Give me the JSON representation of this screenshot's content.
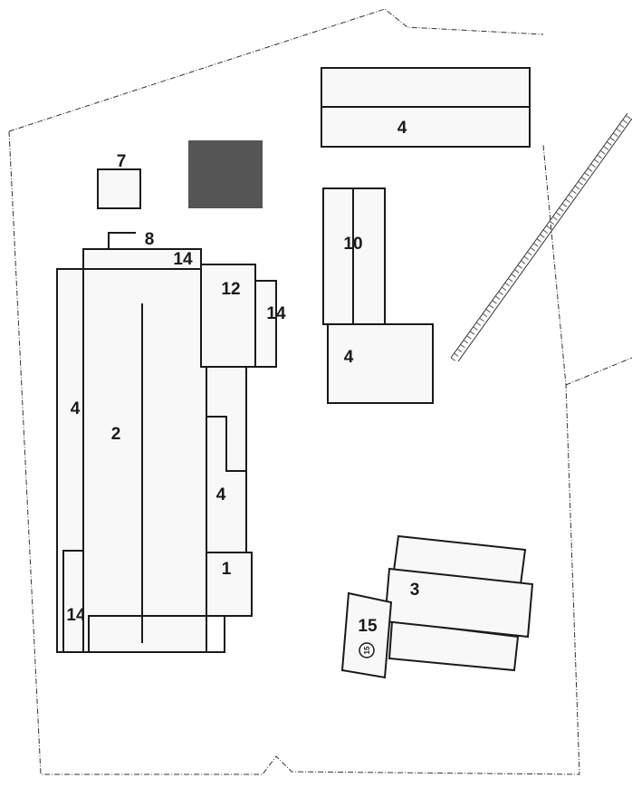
{
  "site_plan": {
    "labels": {
      "top_right_building": "4",
      "building_7": "7",
      "building_8": "8",
      "top_strip": "14",
      "left_strip": "4",
      "main_building": "2",
      "building_12": "12",
      "right_annex": "14",
      "middle_annex": "4",
      "building_1": "1",
      "bottom_left_annex": "14",
      "building_10": "10",
      "l_building_base": "4",
      "building_3": "3",
      "building_15": "15",
      "building_15_marker": "15"
    },
    "colors": {
      "shaded_building": "#555555"
    }
  }
}
